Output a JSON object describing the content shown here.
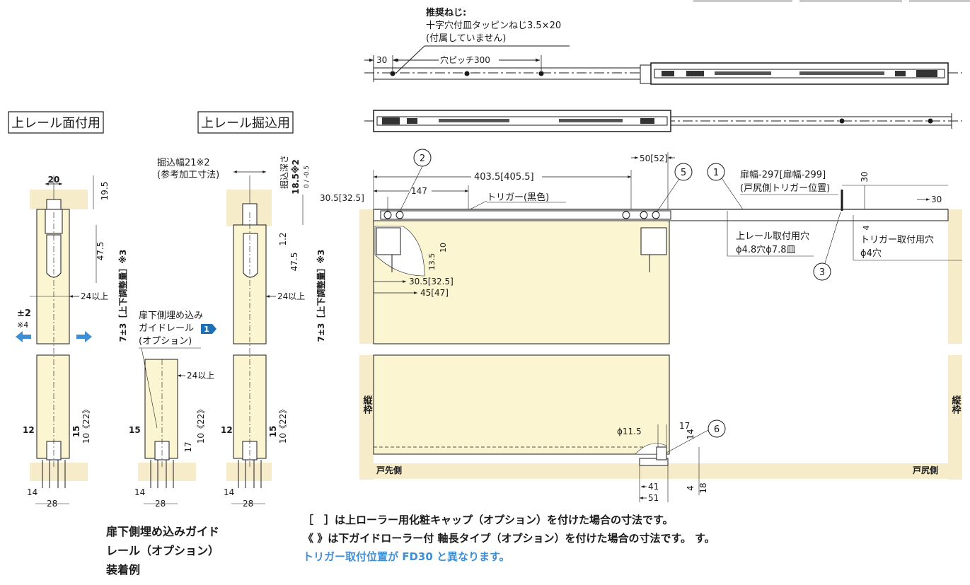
{
  "screw_note": {
    "line1": "推奨ねじ:",
    "line2": "十字穴付皿タッピンねじ3.5×20",
    "line3": "(付属していません)"
  },
  "top_rail": {
    "dim_30": "30",
    "hole_pitch": "穴ピッチ300"
  },
  "titles": {
    "surface": "上レール面付用",
    "recess": "上レール掘込用"
  },
  "side_left": {
    "w20": "20",
    "h19_5": "19.5",
    "h47_5": "47.5",
    "over24": "24以上",
    "adj": "7±3［上下調整量］※3",
    "pm2": "±2",
    "note4": "※4",
    "w12": "12",
    "h15": "15",
    "h10": "10《22》",
    "b14": "14",
    "b28": "28"
  },
  "side_mid": {
    "guide1": "扉下側埋め込み",
    "guide2": "ガイドレール",
    "guide_badge": "1",
    "guide3": "(オプション)",
    "over24": "24以上",
    "w15": "15",
    "h17": "17",
    "h10": "10《22》",
    "b14": "14",
    "b28": "28"
  },
  "side_right": {
    "recess_w1": "掘込幅21※2",
    "recess_w2": "(参考加工寸法)",
    "depth1": "掘込深さ",
    "depth2": "18.5※2",
    "depth_tol": "0 / -0.5",
    "h1_2": "1.2",
    "h47_5": "47.5",
    "over24": "24以上",
    "adj": "7±3［上下調整量］※3",
    "w12": "12",
    "h15": "15",
    "h10": "10《22》",
    "b14": "14",
    "b28": "28"
  },
  "front": {
    "d403": "403.5[405.5]",
    "d147": "147",
    "d30_5": "30.5[32.5]",
    "trigger": "トリガー(黒色)",
    "d50": "50[52]",
    "door1": "扉幅-297[扉幅-299]",
    "door2": "(戸尻側トリガー位置)",
    "d30v": "30",
    "d30h": "30",
    "d4": "4",
    "upper1": "上レール取付用穴",
    "upper2": "ϕ4.8穴ϕ7.8皿",
    "trig1": "トリガー取付用穴",
    "trig2": "ϕ4穴",
    "d10": "10",
    "d13_5": "13.5",
    "d30_5b": "30.5[32.5]",
    "d45": "45[47]",
    "frame_l": "縦枠",
    "frame_r": "縦枠",
    "phi11": "ϕ11.5",
    "d17": "17",
    "d14": "14",
    "d41": "41",
    "d51": "51",
    "d4b": "4",
    "d18": "18",
    "left_side": "戸先側",
    "right_side": "戸尻側",
    "c1": "1",
    "c2": "2",
    "c3": "3",
    "c5": "5",
    "c6": "6"
  },
  "notes": {
    "n1": "［　］は上ローラー用化粧キャップ（オプション）を付けた場合の寸法です。",
    "n2": "《 》は下ガイドローラー付 軸長タイプ（オプション）を付けた場合の寸法です。 す。",
    "n3": "トリガー取付位置が FD30 と異なります。"
  },
  "caption": "扉下側埋め込みガイドレール（オプション）装着例",
  "colors": {
    "wood": "#f7ecc9",
    "door": "#fbf5d2",
    "accent_blue": "#3f8fd6",
    "badge": "#1f6fb5"
  }
}
